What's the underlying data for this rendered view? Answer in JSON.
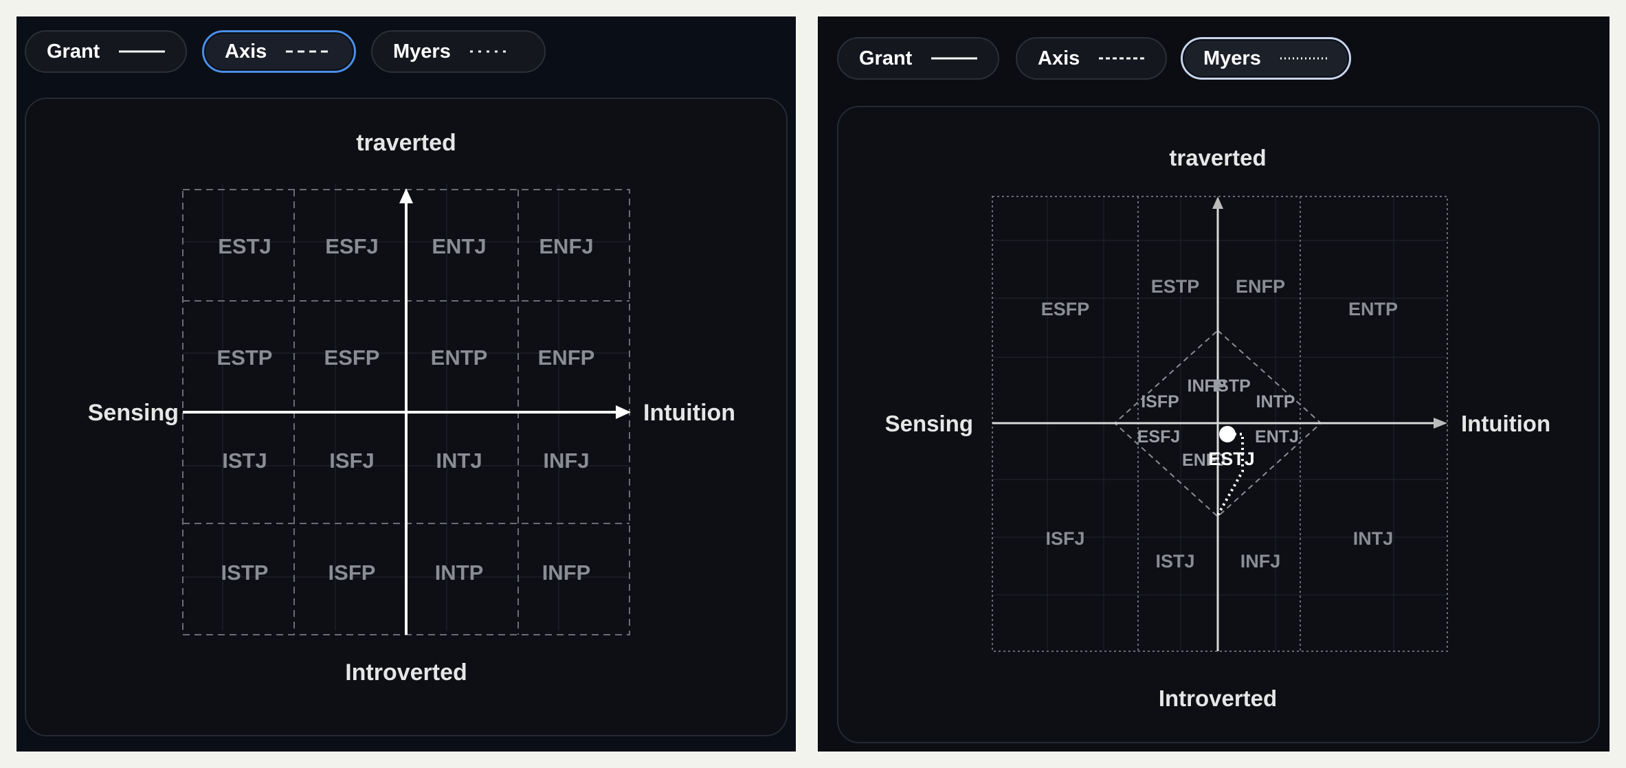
{
  "left": {
    "tabs": [
      {
        "label": "Grant",
        "line": "solid",
        "active": false
      },
      {
        "label": "Axis",
        "line": "dashed",
        "active": true
      },
      {
        "label": "Myers",
        "line": "dotted",
        "active": false
      }
    ],
    "axes": {
      "top": "traverted",
      "bottom": "Introverted",
      "left": "Sensing",
      "right": "Intuition"
    },
    "cells": [
      [
        "ESTJ",
        "ESFJ",
        "ENTJ",
        "ENFJ"
      ],
      [
        "ESTP",
        "ESFP",
        "ENTP",
        "ENFP"
      ],
      [
        "ISTJ",
        "ISFJ",
        "INTJ",
        "INFJ"
      ],
      [
        "ISTP",
        "ISFP",
        "INTP",
        "INFP"
      ]
    ]
  },
  "right": {
    "tabs": [
      {
        "label": "Grant",
        "line": "solid",
        "active": false
      },
      {
        "label": "Axis",
        "line": "dashed",
        "active": false
      },
      {
        "label": "Myers",
        "line": "dotted",
        "active": true
      }
    ],
    "axes": {
      "top": "traverted",
      "bottom": "Introverted",
      "left": "Sensing",
      "right": "Intuition"
    },
    "outer_labels": {
      "top_row": [
        "ESFP",
        "ESTP",
        "ENFP",
        "ENTP"
      ],
      "bottom_row": [
        "ISFJ",
        "ISTJ",
        "INFJ",
        "INTJ"
      ]
    },
    "diamond_labels": [
      "INFP",
      "ISTP",
      "ISFP",
      "INTP",
      "ESFJ",
      "ENTJ",
      "ENFJ"
    ],
    "selected": "ESTJ"
  },
  "colors": {
    "accent": "#4a8fe8",
    "cell_text": "#8a8d93",
    "axis_text": "#e6e6e6"
  }
}
